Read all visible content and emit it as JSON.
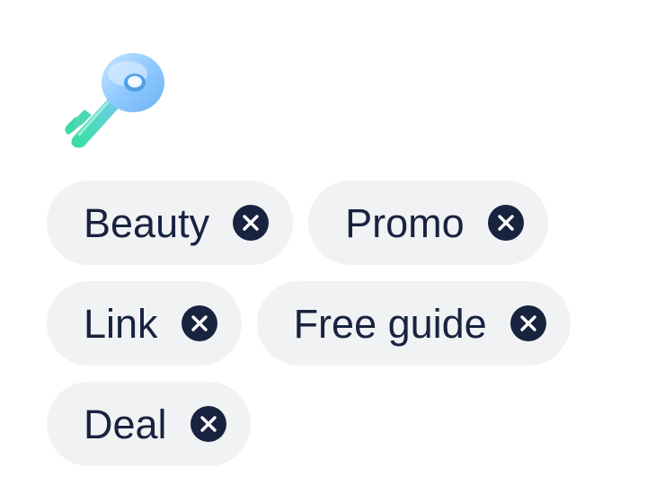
{
  "header": {
    "icon": "key-icon"
  },
  "tags": [
    {
      "label": "Beauty",
      "remove_icon": "close-circle-icon"
    },
    {
      "label": "Promo",
      "remove_icon": "close-circle-icon"
    },
    {
      "label": "Link",
      "remove_icon": "close-circle-icon"
    },
    {
      "label": "Free guide",
      "remove_icon": "close-circle-icon"
    },
    {
      "label": "Deal",
      "remove_icon": "close-circle-icon"
    }
  ],
  "colors": {
    "tag_background": "#f1f2f4",
    "tag_text": "#18233f",
    "close_icon_bg": "#18233f",
    "close_icon_fg": "#ffffff",
    "key_gradient_start": "#a9d6ff",
    "key_gradient_end": "#3ddfa8"
  }
}
